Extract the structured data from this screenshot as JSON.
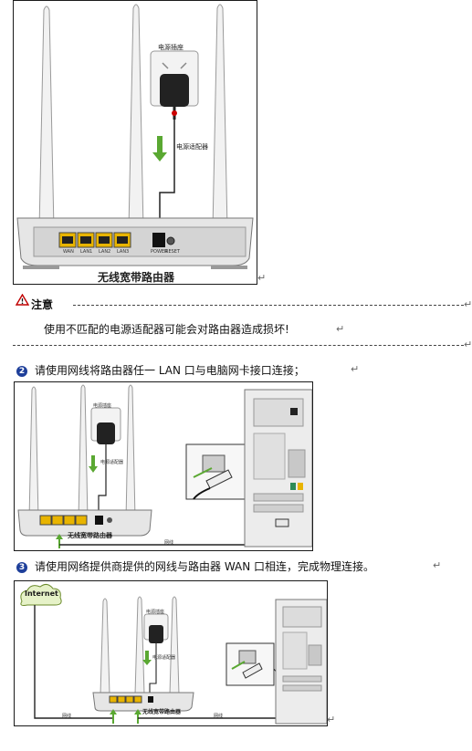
{
  "figure1": {
    "outlet_label": "电源插座",
    "adapter_label": "电源适配器",
    "router_label": "无线宽带路由器",
    "port_labels": [
      "WAN",
      "LAN1",
      "LAN2",
      "LAN3"
    ],
    "power_label": "POWER",
    "reset_label": "RESET"
  },
  "notice": {
    "title": "注意",
    "text": "使用不匹配的电源适配器可能会对路由器造成损坏!"
  },
  "step2": {
    "number": "2",
    "text": "请使用网线将路由器任一 LAN 口与电脑网卡接口连接；",
    "outlet_label": "电源插座",
    "adapter_label": "电源适配器",
    "router_label": "无线宽带路由器",
    "cable_label": "网线"
  },
  "step3": {
    "number": "3",
    "text": "请使用网络提供商提供的网线与路由器 WAN 口相连，完成物理连接。",
    "internet_label": "Internet",
    "outlet_label": "电源插座",
    "adapter_label": "电源适配器",
    "router_label": "无线宽带路由器",
    "cable_label_1": "网线",
    "cable_label_2": "网线"
  },
  "paragraph_mark": "↵",
  "colors": {
    "arrow_green": "#5aa832",
    "port_yellow": "#e8b400",
    "step_badge": "#1e3f9a",
    "warning_red": "#c00000"
  }
}
